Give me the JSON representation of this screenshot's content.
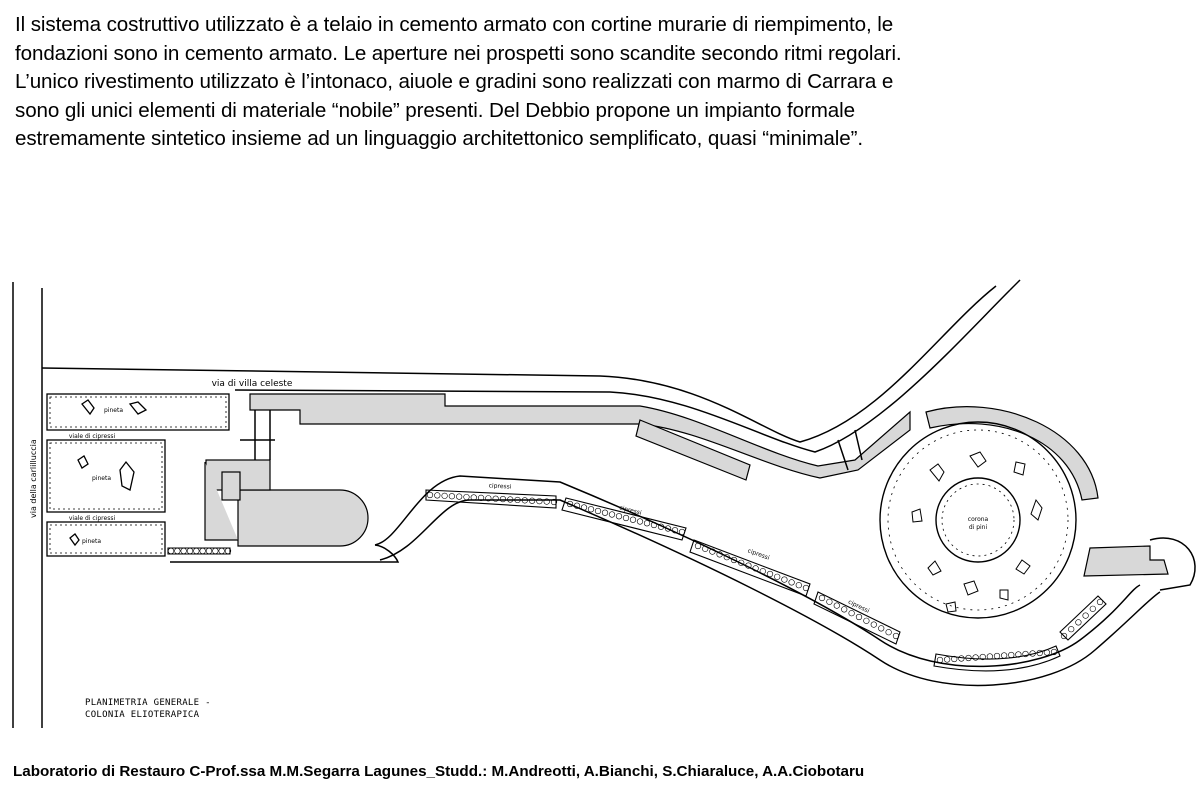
{
  "intro": {
    "lines": [
      "Il sistema costruttivo utilizzato è a telaio in cemento armato con cortine murarie di riempimento, le",
      "fondazioni sono in cemento armato. Le aperture nei prospetti sono scandite secondo ritmi regolari.",
      "L’unico rivestimento utilizzato è l’intonaco, aiuole e gradini sono realizzati con marmo di Carrara e",
      "sono gli unici elementi di materiale “nobile” presenti. Del Debbio propone un impianto formale",
      "estremamente sintetico insieme ad un linguaggio architettonico semplificato, quasi “minimale”."
    ]
  },
  "plan": {
    "street_top": "via di villa celeste",
    "street_left": "via della carlilluccia",
    "bed_label_1": "pineta",
    "bed_label_2": "pineta",
    "bed_label_3": "pineta",
    "row_label_1": "viale di cipressi",
    "row_label_2": "viale di cipressi",
    "cypress_labels": [
      "cipressi",
      "cipressi",
      "cipressi",
      "cipressi"
    ],
    "center_label_1": "corona",
    "center_label_2": "di pini",
    "caption": [
      "PLANIMETRIA GENERALE -",
      "COLONIA ELIOTERAPICA"
    ]
  },
  "footer": {
    "credits": "Laboratorio di Restauro C-Prof.ssa M.M.Segarra Lagunes_Studd.: M.Andreotti, A.Bianchi, S.Chiaraluce, A.A.Ciobotaru"
  }
}
